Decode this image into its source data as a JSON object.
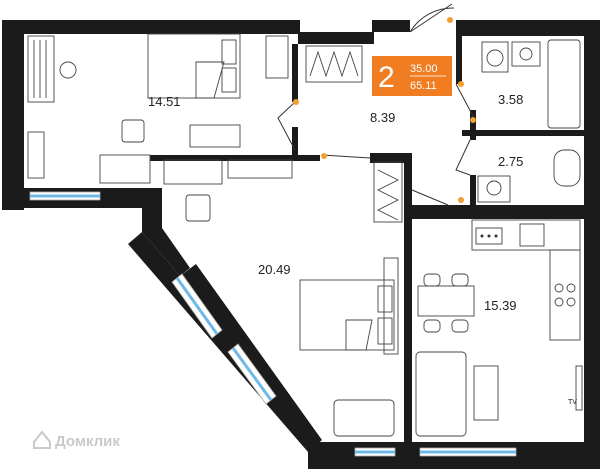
{
  "badge": {
    "rooms": "2",
    "area_living": "35.00",
    "area_total": "65.11",
    "color": "#f07d22"
  },
  "rooms": [
    {
      "name": "room-bedroom-top-left",
      "area": "14.51"
    },
    {
      "name": "room-hallway",
      "area": "8.39"
    },
    {
      "name": "room-bathroom",
      "area": "3.58"
    },
    {
      "name": "room-toilet",
      "area": "2.75"
    },
    {
      "name": "room-bedroom-main",
      "area": "20.49"
    },
    {
      "name": "room-kitchen-living",
      "area": "15.39"
    }
  ],
  "tv_label": "TV",
  "watermark": {
    "text": "Домклик",
    "icon": "domclick-logo-icon"
  },
  "colors": {
    "wall": "#1b1b1b",
    "glass": "#6fb8e8"
  }
}
